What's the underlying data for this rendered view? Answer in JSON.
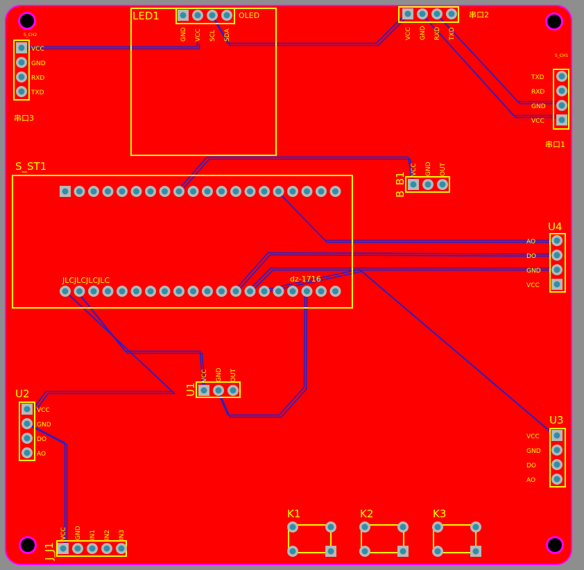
{
  "board": {
    "colors": {
      "background": "#8e8e8e",
      "copper": "#ff0000",
      "outline": "#ff00ff",
      "silkscreen": "#ffff00",
      "trace": "#2222cc",
      "pad": "#b8b8b8",
      "hole": "#2f8fa8"
    }
  },
  "labels": {
    "led1": "LED1",
    "oled": "OLED",
    "s_st1": "S_ST1",
    "jlc": "JLCJLCJLCJLC",
    "dz": "dz-1716",
    "b_b1": "B_B1",
    "u1": "U1",
    "u2": "U2",
    "u3": "U3",
    "u4": "U4",
    "j_j1": "J_J1",
    "k1": "K1",
    "k2": "K2",
    "k3": "K3",
    "port1": "串口1",
    "port2": "串口2",
    "port3": "串口3",
    "conn_small": "S_CH1",
    "conn_small2": "S_CH2"
  },
  "pins": {
    "oled": [
      "GND",
      "VCC",
      "SCL",
      "SDA"
    ],
    "port3": [
      "VCC",
      "GND",
      "RXD",
      "TXD"
    ],
    "port2": [
      "VCC",
      "GND",
      "RXD",
      "TXD"
    ],
    "port1": [
      "TXD",
      "RXD",
      "GND",
      "VCC"
    ],
    "b_b1": [
      "VCC",
      "GND",
      "OUT"
    ],
    "u1": [
      "VCC",
      "GND",
      "OUT"
    ],
    "u2": [
      "VCC",
      "GND",
      "DO",
      "AO"
    ],
    "u3": [
      "VCC",
      "GND",
      "DO",
      "AO"
    ],
    "u4": [
      "AO",
      "DO",
      "GND",
      "VCC"
    ],
    "j1": [
      "VCC",
      "GND",
      "IN1",
      "IN2",
      "IN3"
    ]
  }
}
